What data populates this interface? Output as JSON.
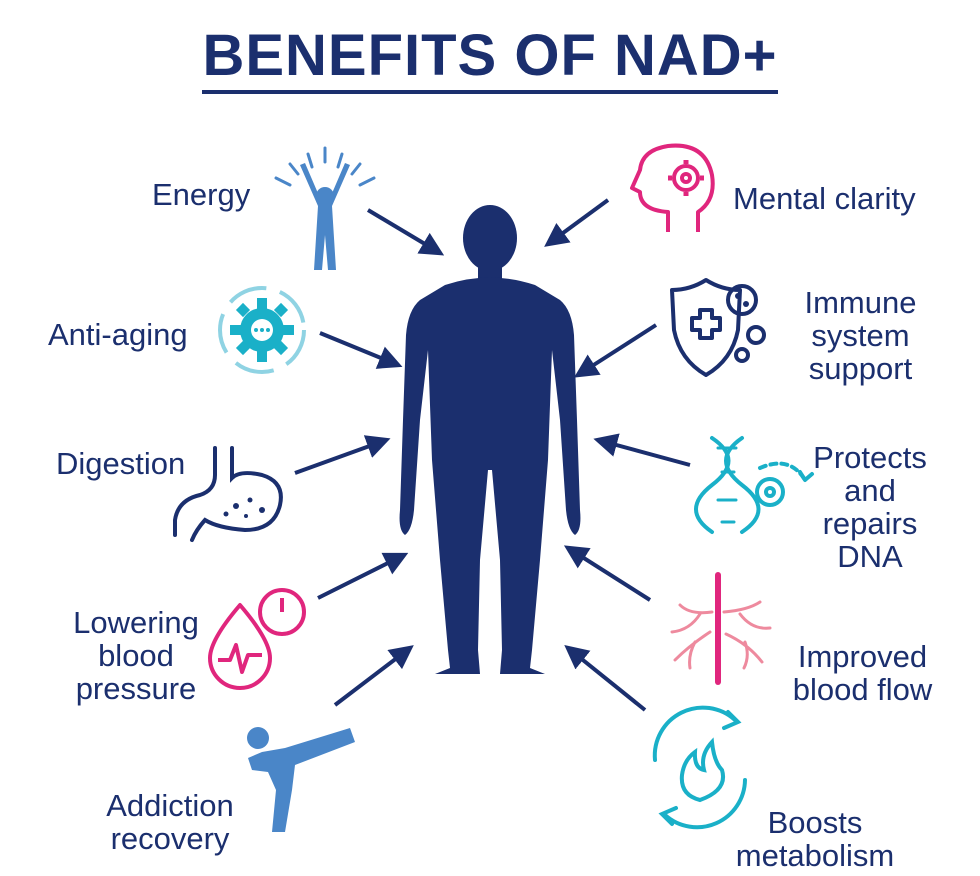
{
  "title": "BENEFITS OF NAD+",
  "benefits_left": [
    {
      "label": "Energy",
      "icon": "energy-person-icon"
    },
    {
      "label": "Anti-aging",
      "icon": "gear-cycle-icon"
    },
    {
      "label": "Digestion",
      "icon": "stomach-icon"
    },
    {
      "label": "Lowering blood pressure",
      "icon": "blood-drop-gauge-icon"
    },
    {
      "label": "Addiction recovery",
      "icon": "kick-person-icon"
    }
  ],
  "benefits_right": [
    {
      "label": "Mental clarity",
      "icon": "head-gear-icon"
    },
    {
      "label": "Immune system support",
      "icon": "shield-virus-icon"
    },
    {
      "label": "Protects and repairs DNA",
      "icon": "dna-gear-icon"
    },
    {
      "label": "Improved blood flow",
      "icon": "blood-vessels-icon"
    },
    {
      "label": "Boosts metabolism",
      "icon": "flame-cycle-icon"
    }
  ],
  "colors": {
    "navy": "#1b2f6e",
    "light_blue": "#4a86c8",
    "cyan": "#1ab0c8",
    "magenta": "#e0267d",
    "pink_light": "#ee8a9e"
  }
}
